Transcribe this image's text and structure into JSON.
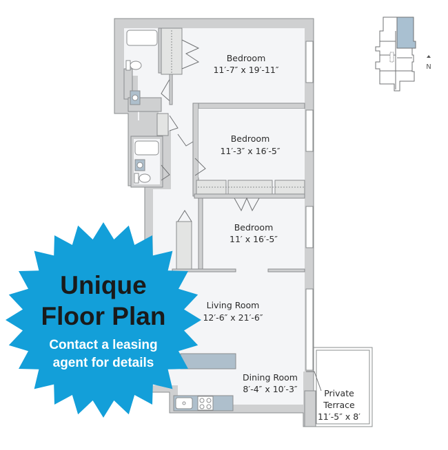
{
  "floor_plan": {
    "rooms": [
      {
        "id": "bedroom-1",
        "name": "Bedroom",
        "dimensions": "11′-7″ x 19′-11″"
      },
      {
        "id": "bedroom-2",
        "name": "Bedroom",
        "dimensions": "11′-3″ x 16′-5″"
      },
      {
        "id": "bedroom-3",
        "name": "Bedroom",
        "dimensions": "11′ x 16′-5″"
      },
      {
        "id": "living-room",
        "name": "Living Room",
        "dimensions": "12′-6″ x 21′-6″"
      },
      {
        "id": "dining-room",
        "name": "Dining Room",
        "dimensions": "8′-4″ x 10′-3″"
      },
      {
        "id": "private-terrace",
        "name_line1": "Private",
        "name_line2": "Terrace",
        "dimensions": "11′-5″ x 8′"
      }
    ],
    "colors": {
      "wall": "#cfd0d1",
      "floor": "#f4f5f7",
      "counter": "#aebfcc",
      "key_highlight": "#a9c0d1"
    }
  },
  "key_plan": {
    "compass_label": "N",
    "compass_icon": "north-arrow-icon"
  },
  "badge": {
    "title_line1": "Unique",
    "title_line2": "Floor Plan",
    "subtitle_line1": "Contact a leasing",
    "subtitle_line2": "agent for details",
    "color": "#139fd9",
    "title_color": "#1a1a1a",
    "subtitle_color": "#ffffff"
  }
}
